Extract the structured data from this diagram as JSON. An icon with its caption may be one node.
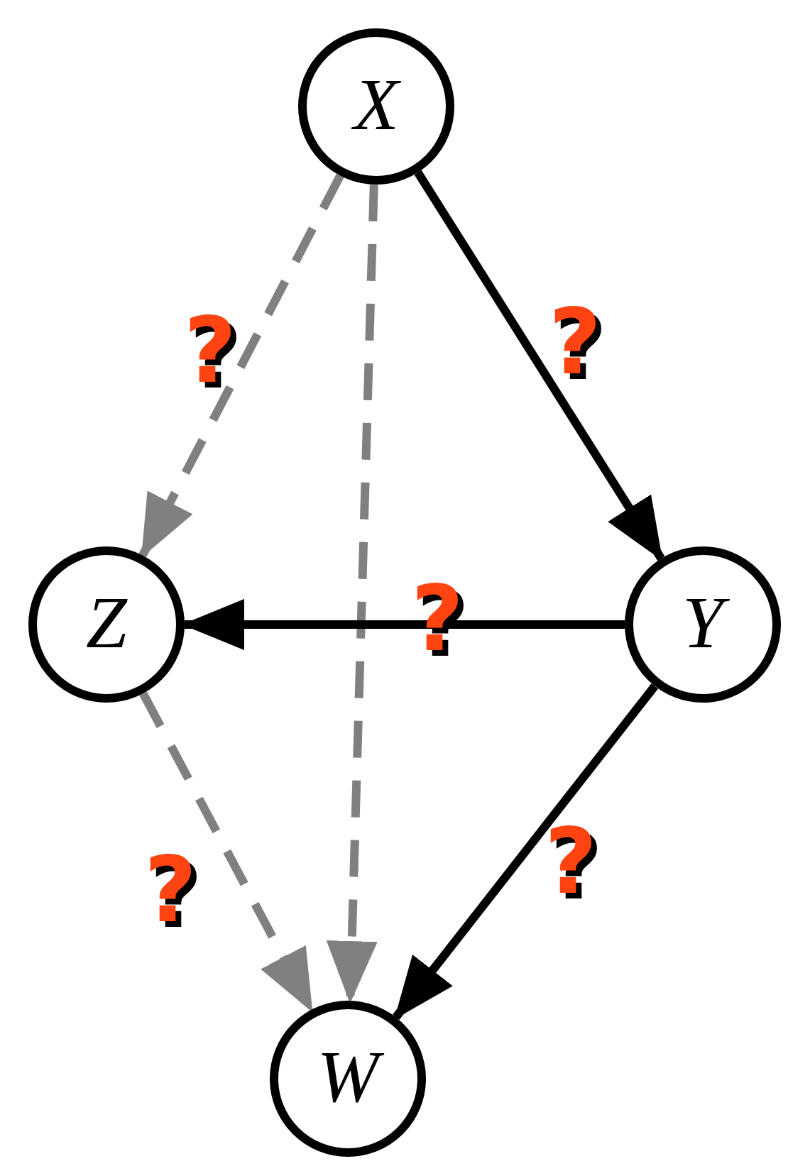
{
  "diagram": {
    "nodes": [
      {
        "text": [
          "X"
        ]
      },
      {
        "text": [
          "Z"
        ]
      },
      {
        "text": [
          "Y"
        ]
      },
      {
        "text": [
          "W"
        ]
      }
    ],
    "edges": [
      {
        "from": 0,
        "to": 1,
        "arrow": "to",
        "label": "?",
        "style": "dashed",
        "color": "#808080"
      },
      {
        "from": 0,
        "to": 2,
        "arrow": "to",
        "label": "?",
        "color": "#000000"
      },
      {
        "from": 0,
        "to": 3,
        "arrow": "to",
        "style": "dashed",
        "color": "#808080"
      },
      {
        "from": 2,
        "to": 1,
        "arrow": "to",
        "label": "?",
        "color": "#000000"
      },
      {
        "from": 2,
        "to": 3,
        "arrow": "to",
        "label": "?",
        "color": "#000000"
      },
      {
        "from": 1,
        "to": 3,
        "arrow": "to",
        "label": "?",
        "style": "dashed",
        "color": "#808080"
      }
    ]
  }
}
